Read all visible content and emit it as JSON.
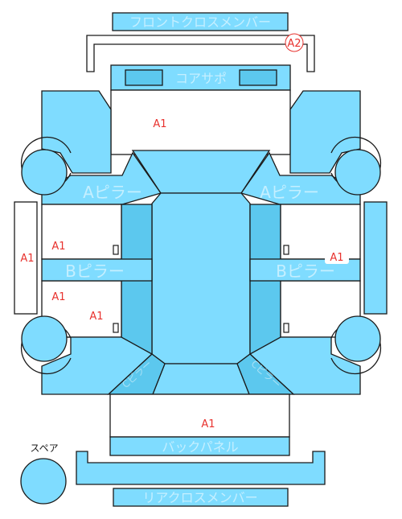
{
  "parts": {
    "front_cross_member": "フロントクロスメンバー",
    "core_support": "コアサポ",
    "a_pillar_left": "Aピラー",
    "a_pillar_right": "Aピラー",
    "b_pillar_left": "Bピラー",
    "b_pillar_right": "Bピラー",
    "back_panel": "バックパネル",
    "rear_cross_member": "リアクロスメンバー",
    "c_pillar_left": "Cピラー",
    "c_pillar_right": "Cピラー",
    "spare": "スペア"
  },
  "grades": {
    "a2_front": "A2",
    "a1_front_floor": "A1",
    "a1_left_side": "A1",
    "a1_left_upper": "A1",
    "a1_left_lower": "A1",
    "a1_left_bottom": "A1",
    "a1_right_door": "A1",
    "a1_rear": "A1"
  },
  "colors": {
    "panel": "#7fdcff",
    "panel_dark": "#5cc8ee",
    "grade_text": "#e8322e"
  }
}
